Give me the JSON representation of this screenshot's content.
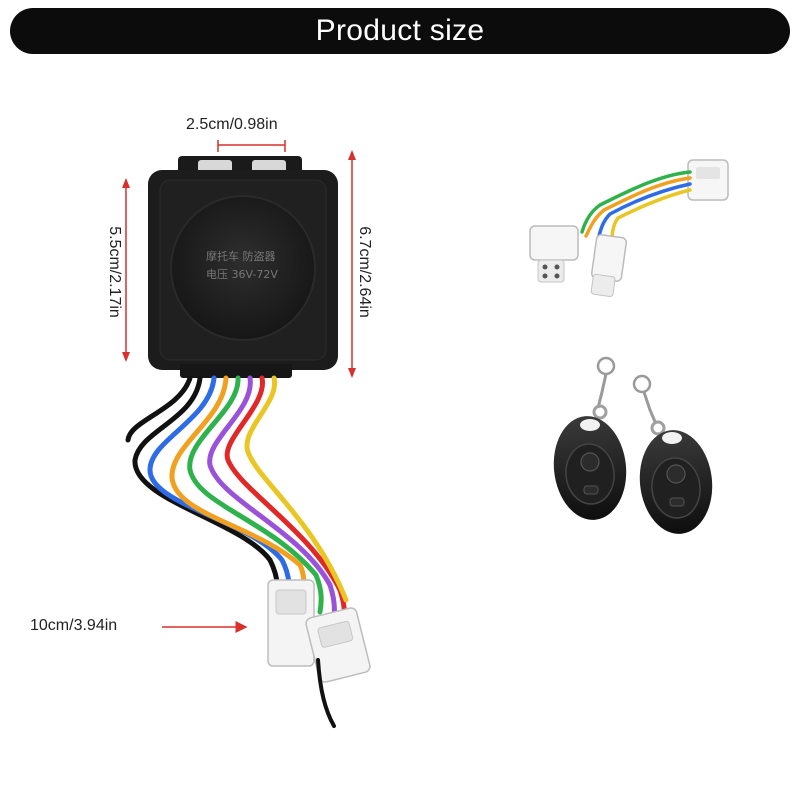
{
  "header": {
    "title": "Product size"
  },
  "dimensions": {
    "top_width": "2.5cm/0.98in",
    "left_height": "5.5cm/2.17in",
    "right_height": "6.7cm/2.64in",
    "cable_length": "10cm/3.94in"
  },
  "device": {
    "label_line1": "摩托车 防盗器",
    "label_line2": "电压 36V-72V"
  },
  "colors": {
    "banner": "#0c0c0c",
    "dimension_line": "#d9302c",
    "device_body": "#1c1c1c"
  },
  "icons": [
    "alarm-unit",
    "wire-harness",
    "connector",
    "remote-key-fob"
  ]
}
